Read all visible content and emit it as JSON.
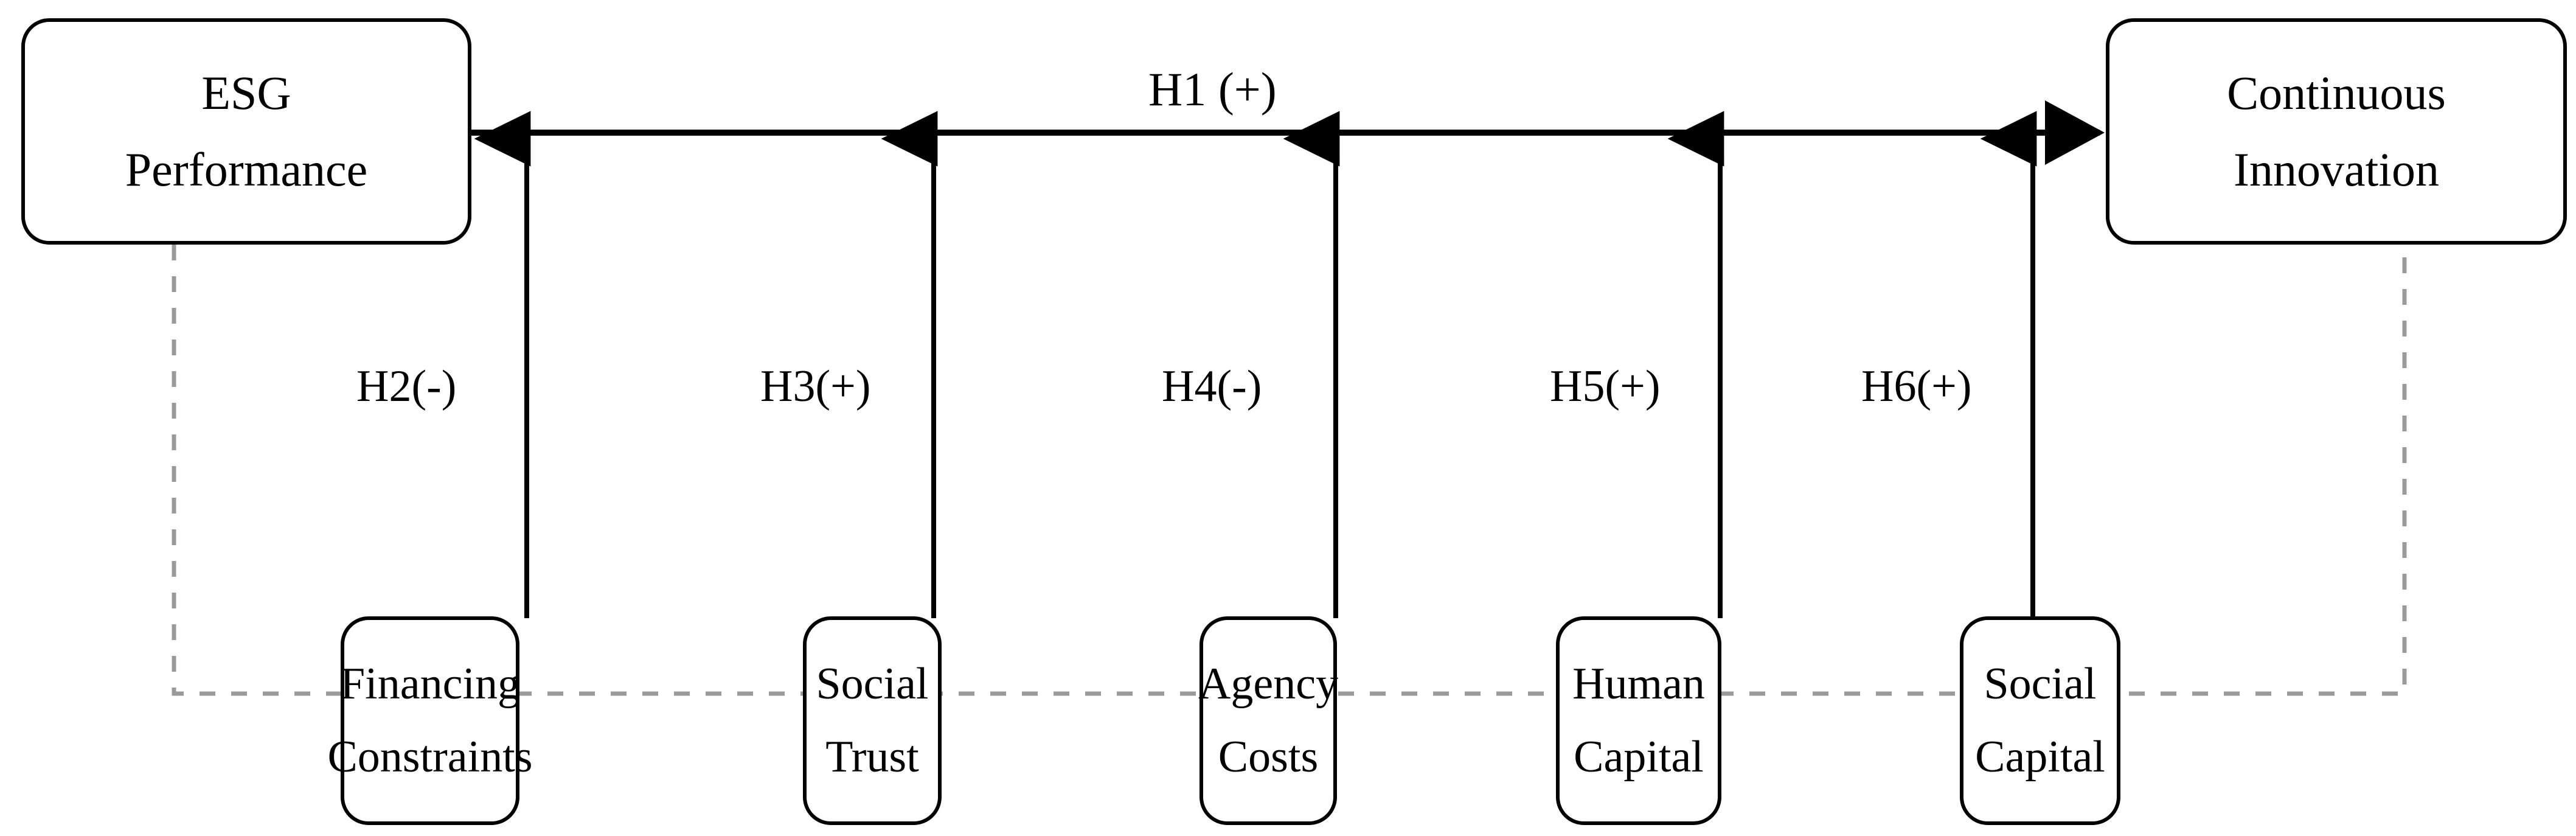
{
  "diagram": {
    "title": "ESG Performance and Continuous Innovation research framework",
    "colors": {
      "background": "#ffffff",
      "node_border": "#000000",
      "node_fill": "#ffffff",
      "solid_arrow": "#000000",
      "dashed_link": "#808080",
      "text": "#000000"
    }
  },
  "nodes": {
    "independent": {
      "name": "esg-performance",
      "line1": "ESG",
      "line2": "Performance"
    },
    "dependent": {
      "name": "continuous-innovation",
      "line1": "Continuous",
      "line2": "Innovation"
    },
    "mediators": [
      {
        "name": "financing-constraints",
        "line1": "Financing",
        "line2": "Constraints"
      },
      {
        "name": "social-trust",
        "line1": "Social",
        "line2": "Trust"
      },
      {
        "name": "agency-costs",
        "line1": "Agency",
        "line2": "Costs"
      },
      {
        "name": "human-capital",
        "line1": "Human",
        "line2": "Capital"
      },
      {
        "name": "social-capital",
        "line1": "Social",
        "line2": "Capital"
      }
    ]
  },
  "hypotheses": {
    "direct": {
      "id": "H1",
      "label": "H1 (+)",
      "sign": "+",
      "from": "ESG Performance",
      "to": "Continuous Innovation"
    },
    "mediated": [
      {
        "id": "H2",
        "label": "H2(-)",
        "sign": "-",
        "mediator": "Financing Constraints"
      },
      {
        "id": "H3",
        "label": "H3(+)",
        "sign": "+",
        "mediator": "Social Trust"
      },
      {
        "id": "H4",
        "label": "H4(-)",
        "sign": "-",
        "mediator": "Agency Costs"
      },
      {
        "id": "H5",
        "label": "H5(+)",
        "sign": "+",
        "mediator": "Human Capital"
      },
      {
        "id": "H6",
        "label": "H6(+)",
        "sign": "+",
        "mediator": "Social Capital"
      }
    ]
  }
}
